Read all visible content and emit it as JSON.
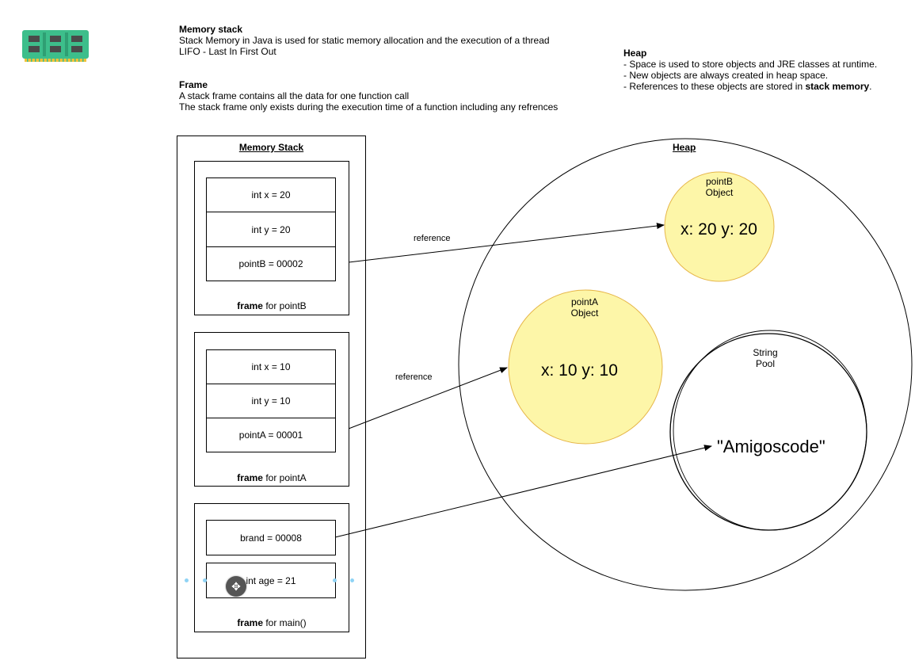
{
  "notes": {
    "memory_stack": {
      "heading": "Memory stack",
      "line1": "Stack Memory in Java is used for static memory allocation and the execution of a thread",
      "line2": "LIFO - Last In First Out"
    },
    "frame": {
      "heading": "Frame",
      "line1": "A stack frame contains all the data for one function call",
      "line2": "The stack frame only exists during the execution time of a function including any refrences"
    },
    "heap": {
      "heading": "Heap",
      "line1": "- Space is used to store objects and JRE classes at runtime.",
      "line2": "- New objects are always created in heap space.",
      "line3_prefix": "- References to these objects are stored in ",
      "line3_bold": "stack memory",
      "line3_suffix": "."
    }
  },
  "stack": {
    "title": "Memory Stack",
    "frames": [
      {
        "cells": [
          "int x = 20",
          "int y = 20",
          "pointB = 00002"
        ],
        "label_bold": "frame",
        "label_rest": " for pointB"
      },
      {
        "cells": [
          "int x = 10",
          "int y = 10",
          "pointA = 00001"
        ],
        "label_bold": "frame",
        "label_rest": " for pointA"
      },
      {
        "cells": [
          "brand = 00008",
          "int age = 21"
        ],
        "label_bold": "frame",
        "label_rest": " for main()"
      }
    ]
  },
  "heap": {
    "title": "Heap",
    "objects": [
      {
        "label1": "pointB",
        "label2": "Object",
        "value": "x: 20 y: 20"
      },
      {
        "label1": "pointA",
        "label2": "Object",
        "value": "x: 10 y: 10"
      }
    ],
    "string_pool": {
      "label1": "String",
      "label2": "Pool",
      "value": "\"Amigoscode\""
    }
  },
  "references": [
    "reference",
    "reference"
  ],
  "icons": {
    "logo": "ram-chip-icon",
    "cursor": "move-cursor-icon"
  },
  "colors": {
    "object_fill": "#fdf6a8",
    "object_stroke": "#e6b64a",
    "chip_green": "#3dbe8b",
    "chip_pins": "#f2c23a"
  }
}
